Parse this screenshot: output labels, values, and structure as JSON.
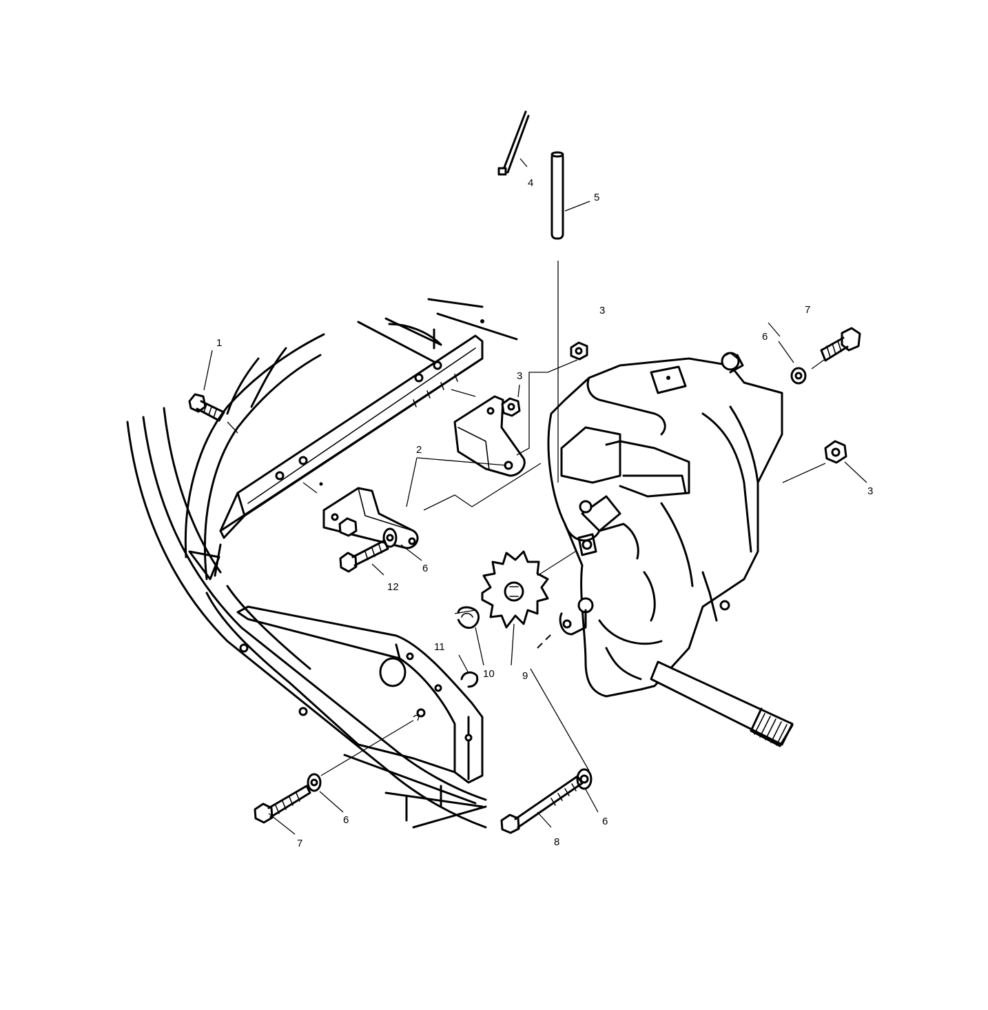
{
  "diagram": {
    "callouts": {
      "c1": "1",
      "c2": "2",
      "c3a": "3",
      "c3b": "3",
      "c3c": "3",
      "c4": "4",
      "c5": "5",
      "c6a": "6",
      "c6b": "6",
      "c6c": "6",
      "c6d": "6",
      "c7a": "7",
      "c7b": "7",
      "c8": "8",
      "c9": "9",
      "c10": "10",
      "c11": "11",
      "c12": "12"
    }
  }
}
